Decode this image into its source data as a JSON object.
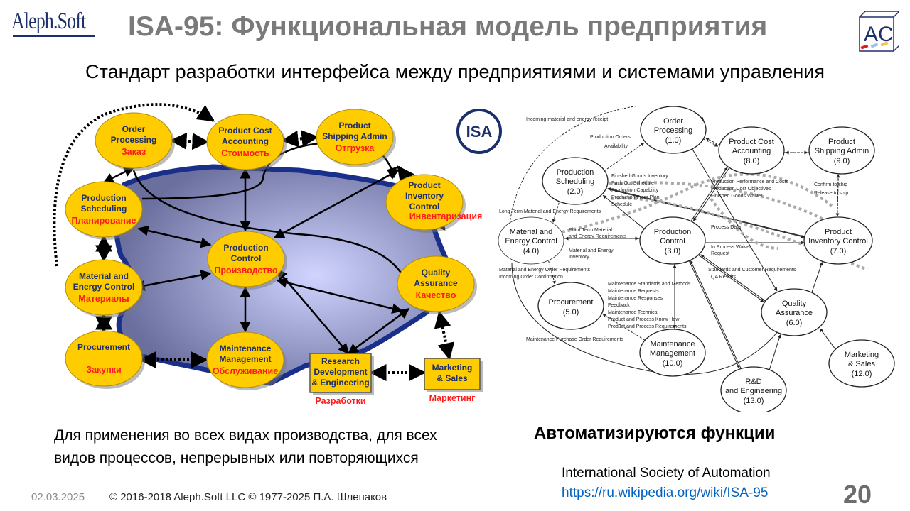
{
  "header": {
    "logo_text": "Aleph.Soft",
    "title": "ISA-95: Функциональная модель предприятия",
    "subtitle": "Стандарт разработки интерфейса между предприятиями и системами управления",
    "corner_logo_text": "AC"
  },
  "left_diagram": {
    "isa_logo_text": "ISA",
    "nodes": [
      {
        "en1": "Order",
        "en2": "Processing",
        "ru": "Заказ"
      },
      {
        "en1": "Product Cost",
        "en2": "Accounting",
        "ru": "Стоимость"
      },
      {
        "en1": "Product",
        "en2": "Shipping Admin",
        "ru": "Отгрузка"
      },
      {
        "en1": "Production",
        "en2": "Scheduling",
        "ru": "Планирование"
      },
      {
        "en1": "Product",
        "en2": "Inventory",
        "en3": "Control",
        "ru": "Инвентаризация"
      },
      {
        "en1": "Production",
        "en2": "Control",
        "ru": "Производство"
      },
      {
        "en1": "Material and",
        "en2": "Energy Control",
        "ru": "Материалы"
      },
      {
        "en1": "Quality",
        "en2": "Assurance",
        "ru": "Качество"
      },
      {
        "en1": "Procurement",
        "en2": "",
        "ru": "Закупки"
      },
      {
        "en1": "Maintenance",
        "en2": "Management",
        "ru": "Обслуживание"
      },
      {
        "en1": "Research",
        "en2": "Development",
        "en3": "& Engineering",
        "ru": "Разработки"
      },
      {
        "en1": "Marketing",
        "en2": "& Sales",
        "ru": "Маркетинг"
      }
    ]
  },
  "right_diagram": {
    "nodes": [
      {
        "l1": "Order",
        "l2": "Processing",
        "num": "(1.0)"
      },
      {
        "l1": "Product Cost",
        "l2": "Accounting",
        "num": "(8.0)"
      },
      {
        "l1": "Product",
        "l2": "Shipping Admin",
        "num": "(9.0)"
      },
      {
        "l1": "Production",
        "l2": "Scheduling",
        "num": "(2.0)"
      },
      {
        "l1": "Material and",
        "l2": "Energy Control",
        "num": "(4.0)"
      },
      {
        "l1": "Production",
        "l2": "Control",
        "num": "(3.0)"
      },
      {
        "l1": "Product",
        "l2": "Inventory Control",
        "num": "(7.0)"
      },
      {
        "l1": "Procurement",
        "l2": "",
        "num": "(5.0)"
      },
      {
        "l1": "Quality",
        "l2": "Assurance",
        "num": "(6.0)"
      },
      {
        "l1": "Maintenance",
        "l2": "Management",
        "num": "(10.0)"
      },
      {
        "l1": "R&D",
        "l2": "and Engineering",
        "num": "(13.0)"
      },
      {
        "l1": "Marketing",
        "l2": "& Sales",
        "num": "(12.0)"
      }
    ],
    "edge_labels": [
      "Finished Goods Inventory",
      "Pack Out Schedule",
      "Short Term Material",
      "and Energy Requirements",
      "Material and Energy",
      "Inventory",
      "Process Data",
      "In Process Waiver",
      "Request",
      "Incoming material and energy receipt",
      "Production Orders",
      "Availability",
      "Production Capability",
      "Production From Plan",
      "Schedule",
      "Long Term Material and Energy Requirements",
      "Production Performance and Costs",
      "Production Cost Objectives",
      "Finished Goods Waiver",
      "Confirm to ship",
      "Release to ship",
      "Standards and Customer Requirements",
      "QA Results",
      "Maintenance Standards and Methods",
      "Maintenance Requests",
      "Maintenance Responses",
      "Feedback",
      "Maintenance Technical",
      "Maintenance Purchase Order Requirements",
      "Product and Process Know How",
      "Product and Process Requirements",
      "Material and Energy Order Requirements",
      "Incoming Order Confirmation"
    ]
  },
  "footer": {
    "left_line1": "Для применения во всех видах производства, для всех",
    "left_line2": "видов процессов, непрерывных или повторяющихся",
    "auto_title": "Автоматизируются функции",
    "isa_name": "International Society of Automation",
    "isa_link": "https://ru.wikipedia.org/wiki/ISA-95",
    "date": "02.03.2025",
    "copyright": "© 2016-2018 Aleph.Soft LLC © 1977-2025 П.А. Шлепаков",
    "page_number": "20"
  },
  "colors": {
    "node_fill": "#ffcc00",
    "ru_label": "#ff1a1a",
    "blob": "#8f93c8",
    "blob_border": "#1a2f8a",
    "title_gray": "#7a7a7a",
    "link": "#0563c1"
  }
}
